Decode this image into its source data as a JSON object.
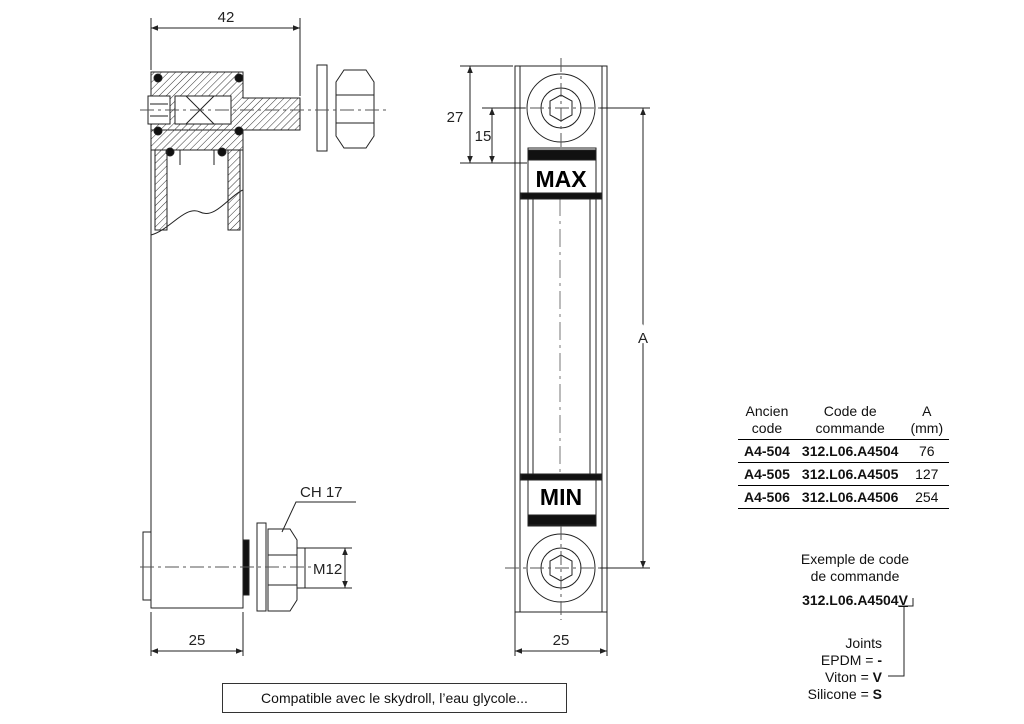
{
  "dimensions": {
    "width_top": "42",
    "height_27": "27",
    "height_15": "15",
    "length_a": "A",
    "base_left": "25",
    "base_right": "25",
    "wrench": "CH 17",
    "thread": "M12"
  },
  "window_labels": {
    "max": "MAX",
    "min": "MIN"
  },
  "table": {
    "headers": [
      {
        "line1": "Ancien",
        "line2": "code"
      },
      {
        "line1": "Code de",
        "line2": "commande"
      },
      {
        "line1": "A",
        "line2": "(mm)"
      }
    ],
    "rows": [
      {
        "old_code": "A4-504",
        "order_code": "312.L06.A4504",
        "a_mm": "76"
      },
      {
        "old_code": "A4-505",
        "order_code": "312.L06.A4505",
        "a_mm": "127"
      },
      {
        "old_code": "A4-506",
        "order_code": "312.L06.A4506",
        "a_mm": "254"
      }
    ]
  },
  "example": {
    "title_line1": "Exemple de code",
    "title_line2": "de commande",
    "code_main": "312.L06.A4504",
    "code_suffix": "V"
  },
  "joints": {
    "title": "Joints",
    "epdm_label": "EPDM = ",
    "epdm_code": "-",
    "viton_label": "Viton = ",
    "viton_code": "V",
    "silicone_label": "Silicone = ",
    "silicone_code": "S"
  },
  "note": "Compatible avec le skydroll, l’eau glycole..."
}
